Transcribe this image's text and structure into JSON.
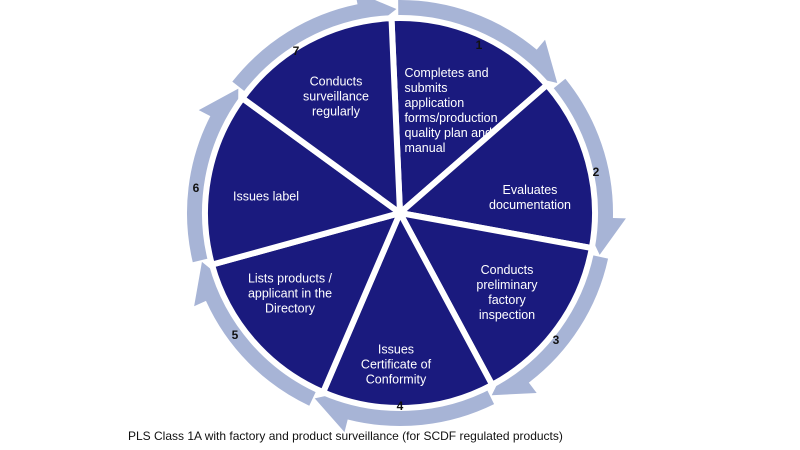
{
  "colors": {
    "segment_fill": "#1a1a7e",
    "arrow_fill": "#a7b4d6",
    "background": "#ffffff",
    "text_on_segment": "#ffffff"
  },
  "steps": [
    {
      "number": "1",
      "lines": [
        "Completes and",
        "submits",
        "application",
        "forms/production",
        "quality plan and",
        "manual"
      ]
    },
    {
      "number": "2",
      "lines": [
        "Evaluates",
        "documentation"
      ]
    },
    {
      "number": "3",
      "lines": [
        "Conducts",
        "preliminary",
        "factory",
        "inspection"
      ]
    },
    {
      "number": "4",
      "lines": [
        "Issues",
        "Certificate of",
        "Conformity"
      ]
    },
    {
      "number": "5",
      "lines": [
        "Lists products /",
        "applicant in the",
        "Directory"
      ]
    },
    {
      "number": "6",
      "lines": [
        "Issues label"
      ]
    },
    {
      "number": "7",
      "lines": [
        "Conducts",
        "surveillance",
        "regularly"
      ]
    }
  ],
  "caption": "PLS Class 1A with factory and product surveillance (for SCDF regulated products)"
}
